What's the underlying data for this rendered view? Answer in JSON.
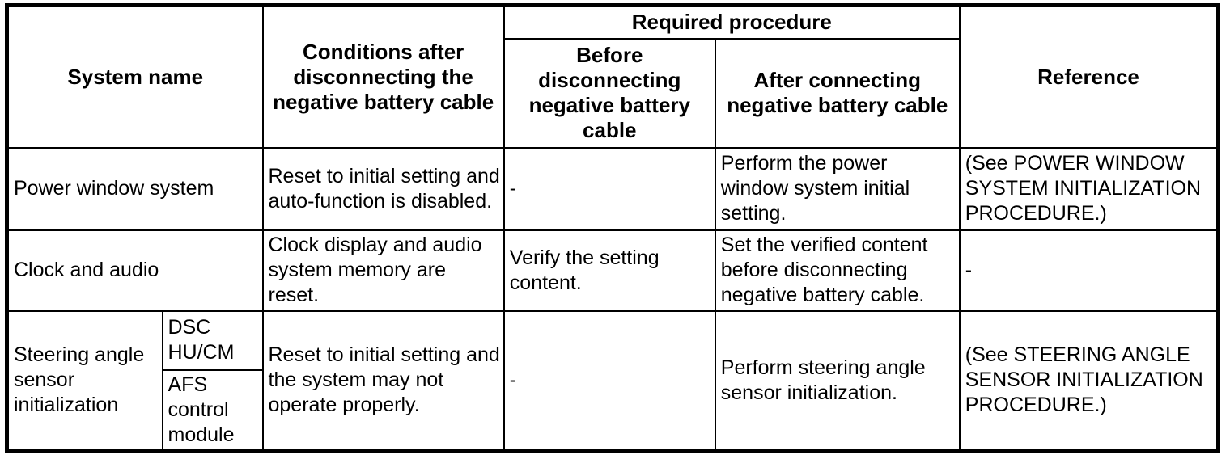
{
  "table": {
    "header": {
      "system_name": "System name",
      "conditions": "Conditions after\ndisconnecting the\nnegative battery cable",
      "required_procedure": "Required procedure",
      "before": "Before\ndisconnecting\nnegative battery\ncable",
      "after": "After connecting\nnegative battery cable",
      "reference": "Reference"
    },
    "rows": [
      {
        "system": "Power window system",
        "conditions": "Reset to initial setting and\nauto-function is disabled.",
        "before": "-",
        "after": "Perform the power\nwindow system initial\nsetting.",
        "reference": "(See POWER WINDOW\nSYSTEM INITIALIZATION\nPROCEDURE.)"
      },
      {
        "system": "Clock and audio",
        "conditions": "Clock display and audio\nsystem memory are\nreset.",
        "before": "Verify the setting\ncontent.",
        "after": "Set the verified content\nbefore disconnecting\nnegative battery cable.",
        "reference": "-"
      },
      {
        "system": "Steering angle\nsensor\ninitialization",
        "sub_systems": [
          "DSC\nHU/CM",
          "AFS\ncontrol\nmodule"
        ],
        "conditions": "Reset to initial setting and\nthe system may not\noperate properly.",
        "before": "-",
        "after": "Perform steering angle\nsensor initialization.",
        "reference": "(See STEERING ANGLE\nSENSOR INITIALIZATION\nPROCEDURE.)"
      }
    ]
  },
  "colors": {
    "border": "#000000",
    "text": "#000000",
    "background": "#ffffff"
  }
}
